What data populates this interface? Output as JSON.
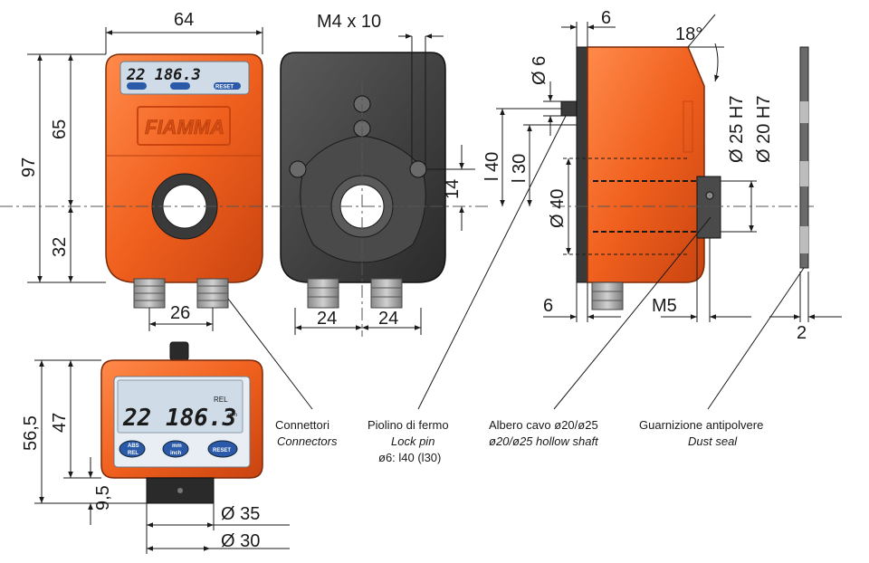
{
  "front_view": {
    "dim_width": "64",
    "dim_total_height": "97",
    "dim_upper": "65",
    "dim_lower": "32",
    "dim_connector_spacing": "26",
    "display_value": "22 186.3",
    "brand": "FIAMMA",
    "reset_label": "RESET"
  },
  "back_view": {
    "dim_thread": "M4 x 10",
    "dim_hole_offset": "14",
    "dim_left": "24",
    "dim_right": "24"
  },
  "side_view": {
    "dim_top_6": "6",
    "dim_angle": "18°",
    "dim_pin_dia": "Ø 6",
    "dim_l40": "l 40",
    "dim_l30": "l 30",
    "dim_bore": "Ø 40",
    "dim_h7_25": "Ø 25 H7",
    "dim_h7_20": "Ø 20 H7",
    "dim_bottom_6": "6",
    "dim_m5": "M5",
    "dim_seal": "2"
  },
  "bottom_view": {
    "dim_56_5": "56,5",
    "dim_47": "47",
    "dim_9_5": "9,5",
    "dim_35": "Ø 35",
    "dim_30": "Ø 30",
    "display_value": "22 186.3",
    "rel_label": "REL",
    "mm_label": "mm",
    "abs_label": "ABS",
    "rel_small": "REL",
    "mm_btn": "mm",
    "inch_btn": "inch",
    "reset_label": "RESET"
  },
  "callouts": {
    "connectors_it": "Connettori",
    "connectors_en": "Connectors",
    "lockpin_it": "Piolino di fermo",
    "lockpin_en": "Lock pin",
    "lockpin_spec": "ø6: l40 (l30)",
    "shaft_it": "Albero cavo ø20/ø25",
    "shaft_en": "ø20/ø25 hollow shaft",
    "seal_it": "Guarnizione antipolvere",
    "seal_en": "Dust seal"
  },
  "colors": {
    "housing_orange": "#f0601e",
    "back_dark": "#3a3a3a",
    "lcd_bg": "#cfdce8"
  }
}
